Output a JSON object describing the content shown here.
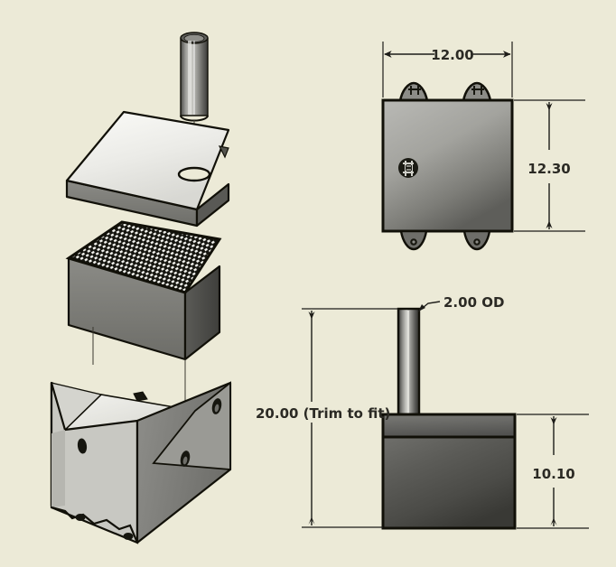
{
  "sheet": {
    "background_color": "#ecead7",
    "line_color": "#111008",
    "text_color": "#2b2a24"
  },
  "views": {
    "exploded": {
      "name": "Exploded isometric assembly view",
      "components": [
        {
          "name": "tube",
          "label": "vent tube"
        },
        {
          "name": "lid",
          "label": "top cover plate with vent hole"
        },
        {
          "name": "filter",
          "label": "mesh filter block"
        },
        {
          "name": "enclosure",
          "label": "lower enclosure box"
        }
      ]
    },
    "front": {
      "name": "Front orthographic view of enclosure"
    },
    "side": {
      "name": "Side orthographic view with tube"
    }
  },
  "dimensions": {
    "width": {
      "value": "12.00",
      "view": "front",
      "orientation": "horizontal"
    },
    "height": {
      "value": "12.30",
      "view": "front",
      "orientation": "vertical"
    },
    "tube_od": {
      "value": "2.00 OD",
      "view": "side",
      "orientation": "leader"
    },
    "tube_length": {
      "value": "20.00 (Trim to fit)",
      "view": "side",
      "orientation": "vertical"
    },
    "body_height": {
      "value": "10.10",
      "view": "side",
      "orientation": "vertical"
    }
  },
  "marking": {
    "badge": "circular embossed logo"
  }
}
